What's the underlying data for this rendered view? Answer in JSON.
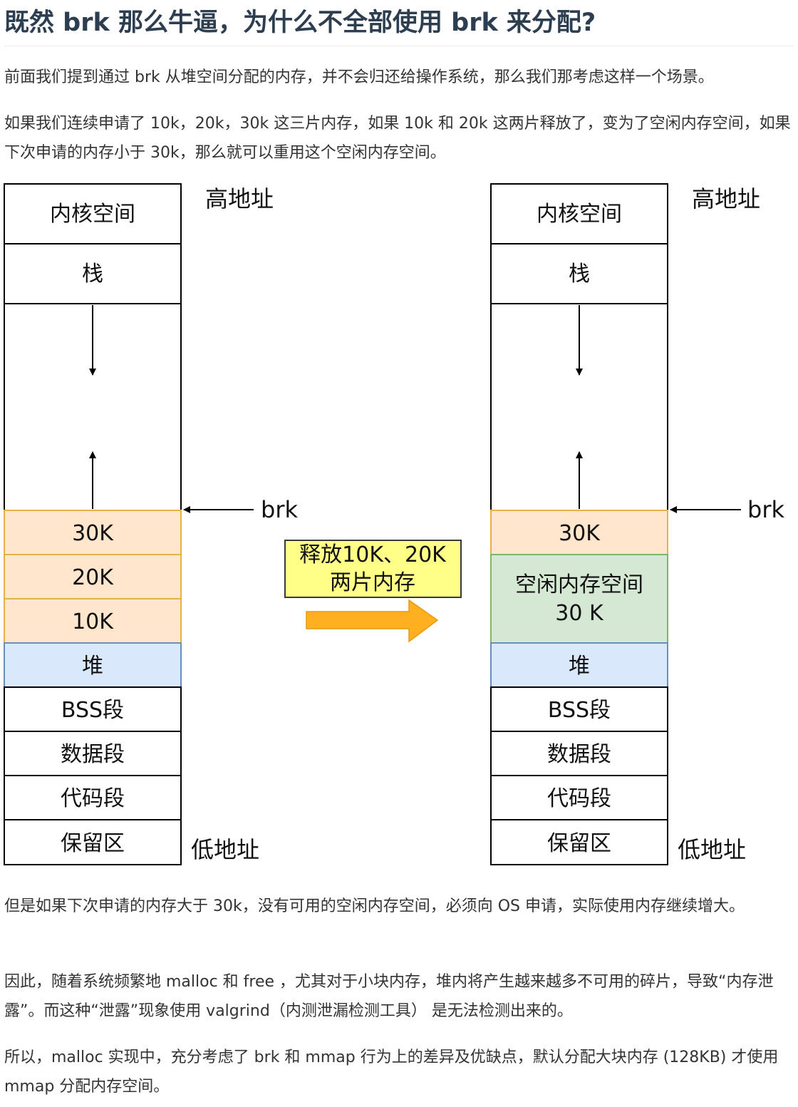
{
  "title": "既然 brk 那么牛逼，为什么不全部使用 brk 来分配?",
  "para1": "前面我们提到通过 brk 从堆空间分配的内存，并不会归还给操作系统，那么我们那考虑这样一个场景。",
  "para2": "如果我们连续申请了 10k，20k，30k 这三片内存，如果 10k 和 20k 这两片释放了，变为了空闲内存空间，如果下次申请的内存小于 30k，那么就可以重用这个空闲内存空间。",
  "para3": "但是如果下次申请的内存大于 30k，没有可用的空闲内存空间，必须向 OS 申请，实际使用内存继续增大。",
  "para4": "因此，随着系统频繁地 malloc 和 free ，尤其对于小块内存，堆内将产生越来越多不可用的碎片，导致“内存泄露”。而这种“泄露”现象使用 valgrind（内测泄漏检测工具） 是无法检测出来的。",
  "para5": "所以，malloc 实现中，充分考虑了 brk 和 mmap 行为上的差异及优缺点，默认分配大块内存 (128KB) 才使用 mmap 分配内存空间。",
  "diagram": {
    "high_addr": "高地址",
    "low_addr": "低地址",
    "brk": "brk",
    "kernel": "内核空间",
    "stack": "栈",
    "k30": "30K",
    "k20": "20K",
    "k10": "10K",
    "heap": "堆",
    "bss": "BSS段",
    "data": "数据段",
    "code": "代码段",
    "reserved": "保留区",
    "free_line1": "空闲内存空间",
    "free_line2": "30 K",
    "release_line1": "释放10K、20K",
    "release_line2": "两片内存",
    "colors": {
      "alloc_fill": "#ffe6cc",
      "alloc_stroke": "#e5b24a",
      "heap_fill": "#dae8fc",
      "heap_stroke": "#6c8ebf",
      "free_fill": "#d5e8d4",
      "free_stroke": "#82b366",
      "note_fill": "#ffff88",
      "arrow_fill": "#ffb01f"
    }
  }
}
